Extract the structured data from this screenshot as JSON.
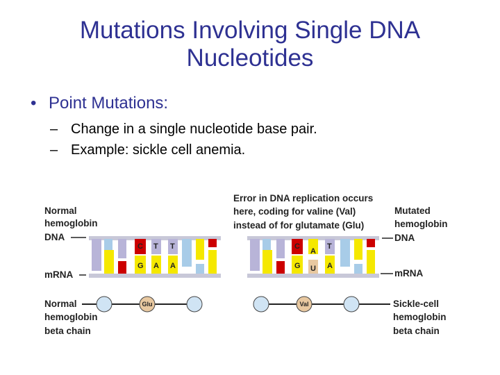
{
  "slide": {
    "title_line1": "Mutations Involving Single DNA",
    "title_line2": "Nucleotides",
    "bullet_dot": "•",
    "bullet": "Point Mutations:",
    "dash": "–",
    "sub1": "Change in a single nucleotide base pair.",
    "sub2": "Example:  sickle cell anemia."
  },
  "figure": {
    "left": {
      "label_normal_dna": [
        "Normal",
        "hemoglobin",
        "DNA"
      ],
      "label_mrna": "mRNA",
      "label_chain": [
        "Normal",
        "hemoglobin",
        "beta chain"
      ],
      "top_letters": [
        "C",
        "T",
        "T"
      ],
      "bottom_letters": [
        "G",
        "A",
        "A"
      ],
      "amino_acid": "Glu"
    },
    "right": {
      "callout": [
        "Error in DNA replication occurs",
        "here, coding for valine  (Val)",
        "instead of for glutamate (Glu)"
      ],
      "label_mutated_dna": [
        "Mutated",
        "hemoglobin",
        "DNA"
      ],
      "label_mrna": "mRNA",
      "label_chain": [
        "Sickle-cell",
        "hemoglobin",
        "beta chain"
      ],
      "top_letters": [
        "C",
        "A",
        "T"
      ],
      "bottom_letters": [
        "G",
        "U",
        "A"
      ],
      "amino_acid": "Val"
    },
    "colors": {
      "lavender": "#b8b4d8",
      "blue": "#a8cce8",
      "yellow": "#f5e800",
      "red": "#cc0000",
      "tan": "#e8c8a0",
      "bead": "#d0e4f4"
    }
  }
}
